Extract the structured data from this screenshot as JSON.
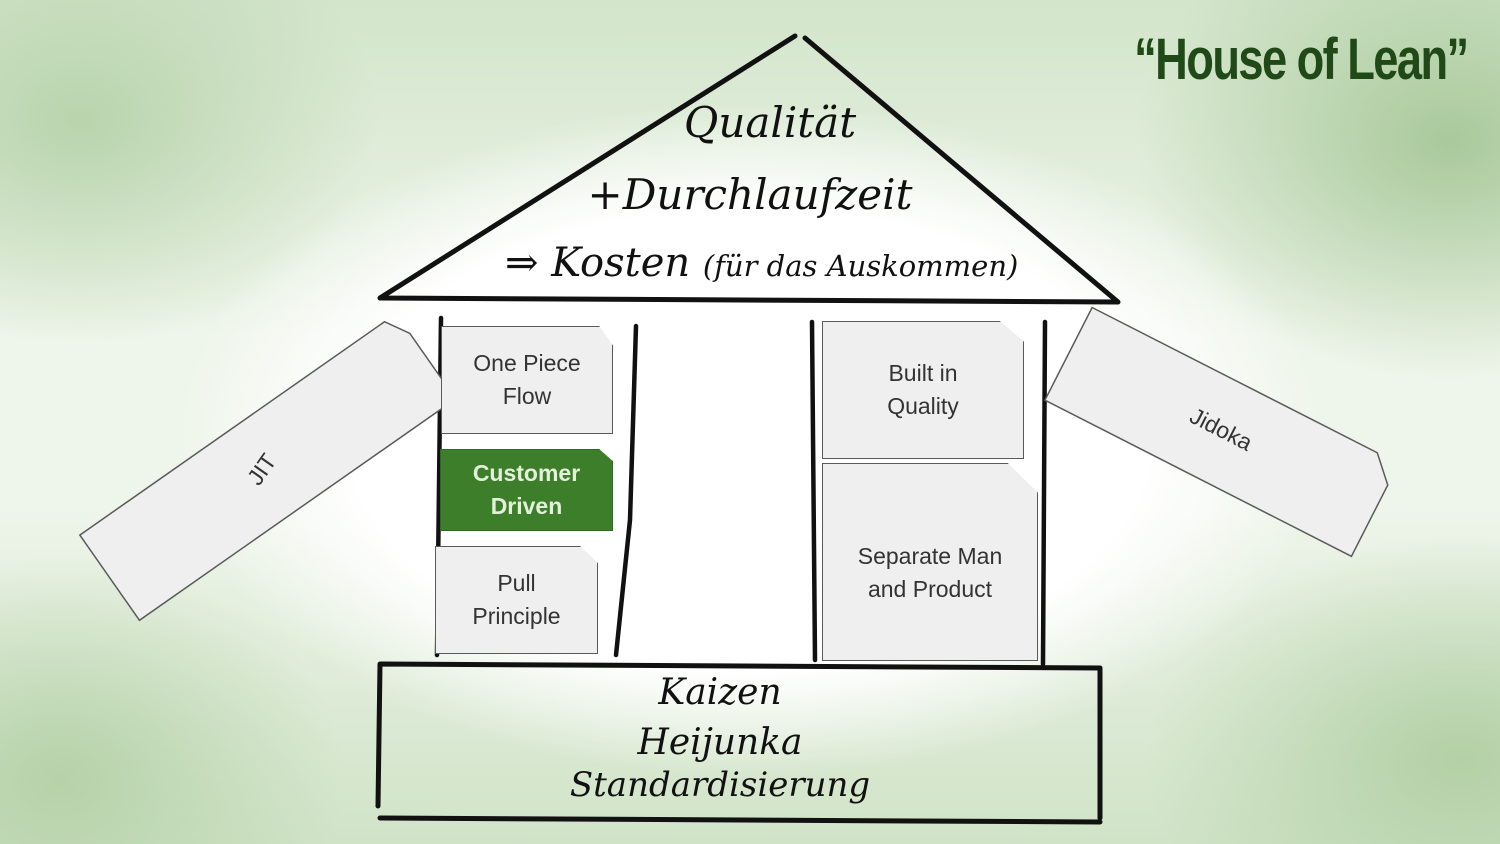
{
  "title": "“House of Lean”",
  "roof": {
    "line1": "Qualität",
    "line2": "+Durchlaufzeit",
    "line3_main": "⇒ Kosten",
    "line3_small": "(für das Auskommen)"
  },
  "left_pillar": {
    "card1": [
      "One Piece",
      "Flow"
    ],
    "card2": [
      "Customer",
      "Driven"
    ],
    "card3": [
      "Pull",
      "Principle"
    ]
  },
  "right_pillar": {
    "card1": [
      "Built in",
      "Quality"
    ],
    "card2": [
      "Separate Man",
      "and Product"
    ]
  },
  "left_side_card": "JIT",
  "right_side_card": "Jidoka",
  "base": {
    "line1": "Kaizen",
    "line2": "Heijunka",
    "line3": "Standardisierung"
  },
  "colors": {
    "accent_green": "#3d7e2a",
    "title_green": "#1f4a17",
    "card_gray": "#efefef"
  }
}
